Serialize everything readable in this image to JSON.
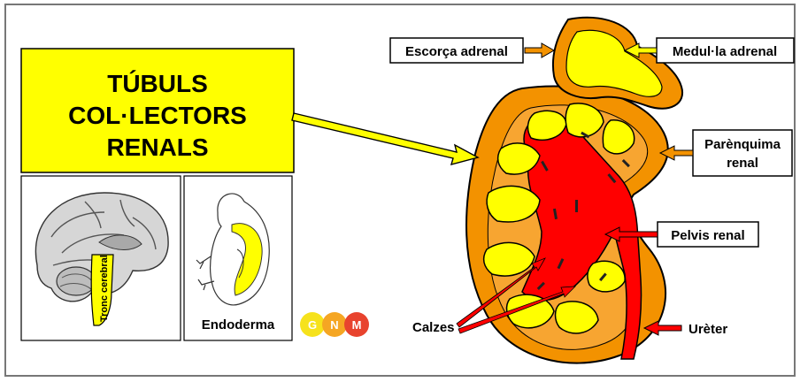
{
  "title_box": {
    "line1": "TÚBULS",
    "line2": "COL·LECTORS",
    "line3": "RENALS"
  },
  "labels": {
    "adrenal_cortex": "Escorça adrenal",
    "adrenal_medulla": "Medul·la adrenal",
    "parenchyma_line1": "Parènquima",
    "parenchyma_line2": "renal",
    "renal_pelvis": "Pelvis renal",
    "calyces": "Calzes",
    "ureter": "Urèter"
  },
  "thumbnails": {
    "brain_label": "Tronc cerebral",
    "embryo_label": "Endoderma"
  },
  "logo": {
    "letters": [
      "G",
      "N",
      "M"
    ],
    "colors": [
      "#f6e21c",
      "#f5a623",
      "#e8432e"
    ]
  },
  "colors": {
    "highlight_yellow": "#ffff00",
    "orange": "#f39200",
    "red": "#ff0000",
    "frame": "#666666"
  }
}
